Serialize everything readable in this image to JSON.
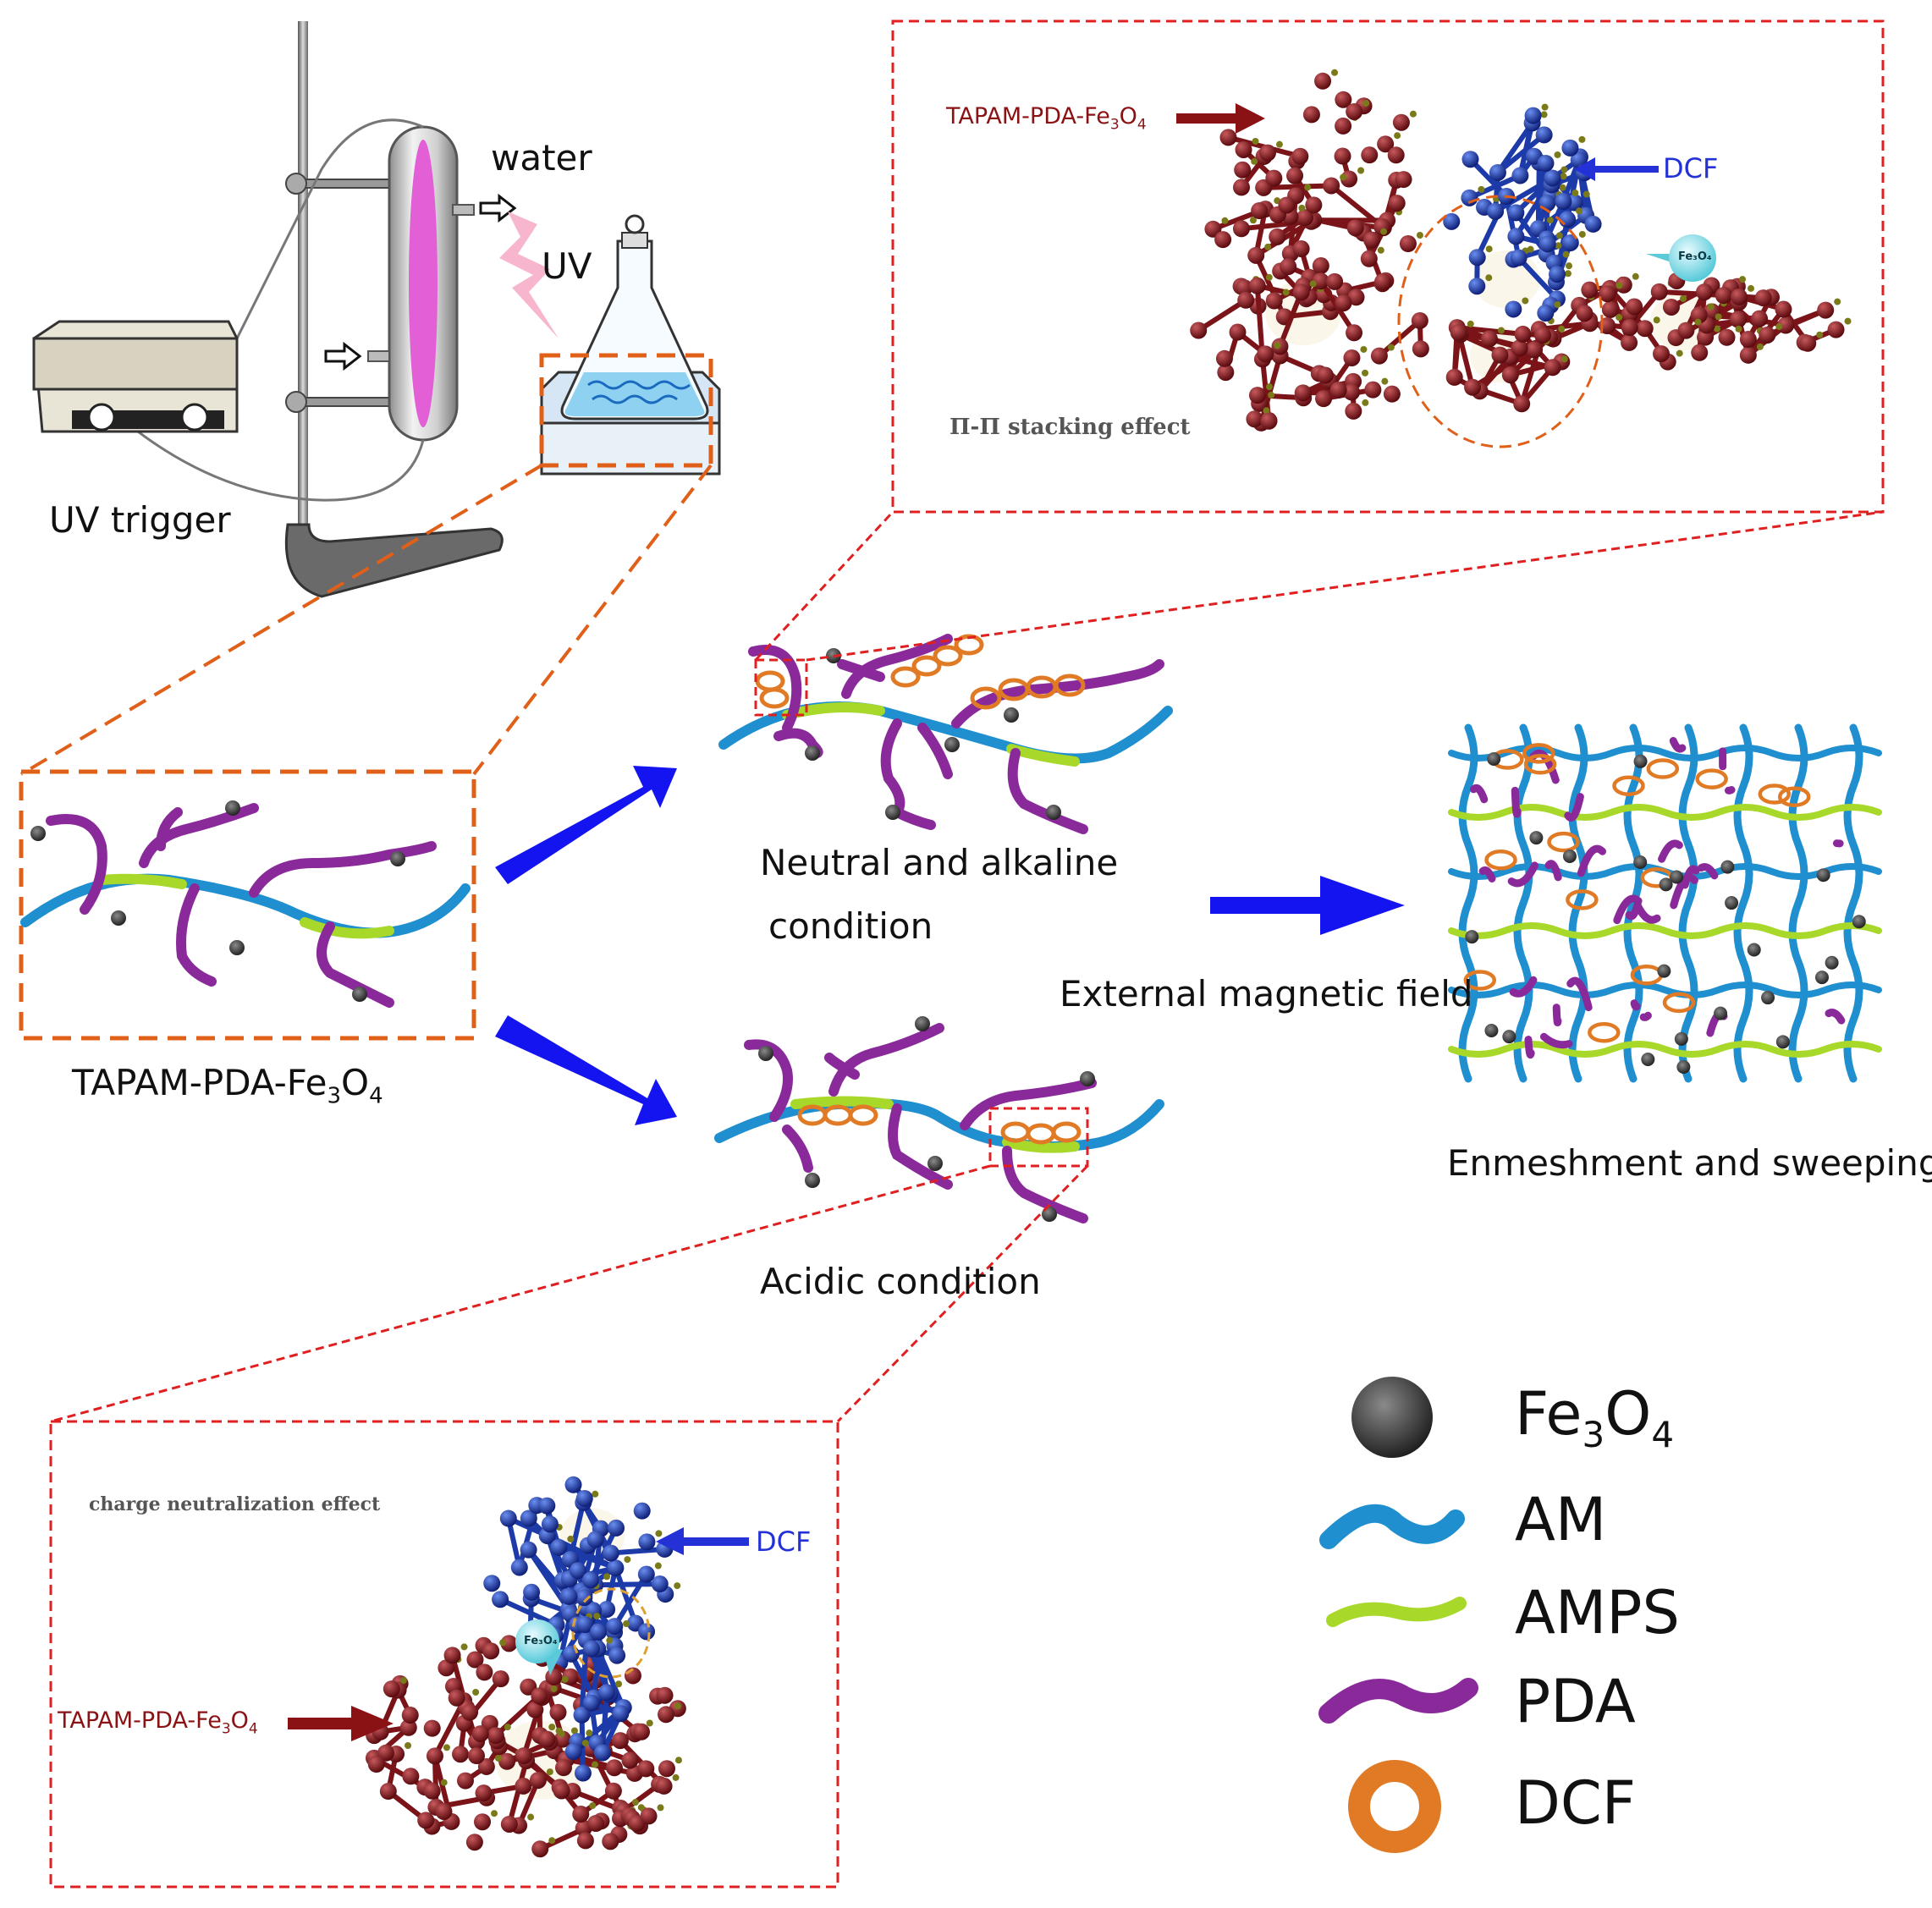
{
  "apparatus": {
    "water_label": "water",
    "uv_label": "UV",
    "trigger_label": "UV trigger"
  },
  "polymer": {
    "name_prefix": "TAPAM-PDA-Fe",
    "name_sub1": "3",
    "name_mid": "O",
    "name_sub2": "4"
  },
  "conditions": {
    "neutral_line1": "Neutral and alkaline",
    "neutral_line2": "condition",
    "acidic": "Acidic condition",
    "field": "External magnetic field",
    "result": "Enmeshment and sweeping"
  },
  "inset_top": {
    "note": "Π-Π stacking effect",
    "dcf": "DCF",
    "fe_bubble": "Fe₃O₄"
  },
  "inset_bottom": {
    "note": "charge neutralization effect",
    "dcf": "DCF",
    "fe_bubble": "Fe₃O₄"
  },
  "legend": {
    "fe_prefix": "Fe",
    "fe_sub1": "3",
    "fe_mid": "O",
    "fe_sub2": "4",
    "am": "AM",
    "amps": "AMPS",
    "pda": "PDA",
    "dcf": "DCF"
  },
  "colors": {
    "am": "#1f8fd0",
    "amps": "#a8d82a",
    "pda": "#8a2a9a",
    "dcf": "#e07a25",
    "fe": "#3a3a3a",
    "arrow_blue": "#1414f0",
    "dash_orange": "#e0601a",
    "dash_red": "#e02020",
    "molecule_red": "#7a1418",
    "molecule_blue": "#1c3aa8"
  }
}
